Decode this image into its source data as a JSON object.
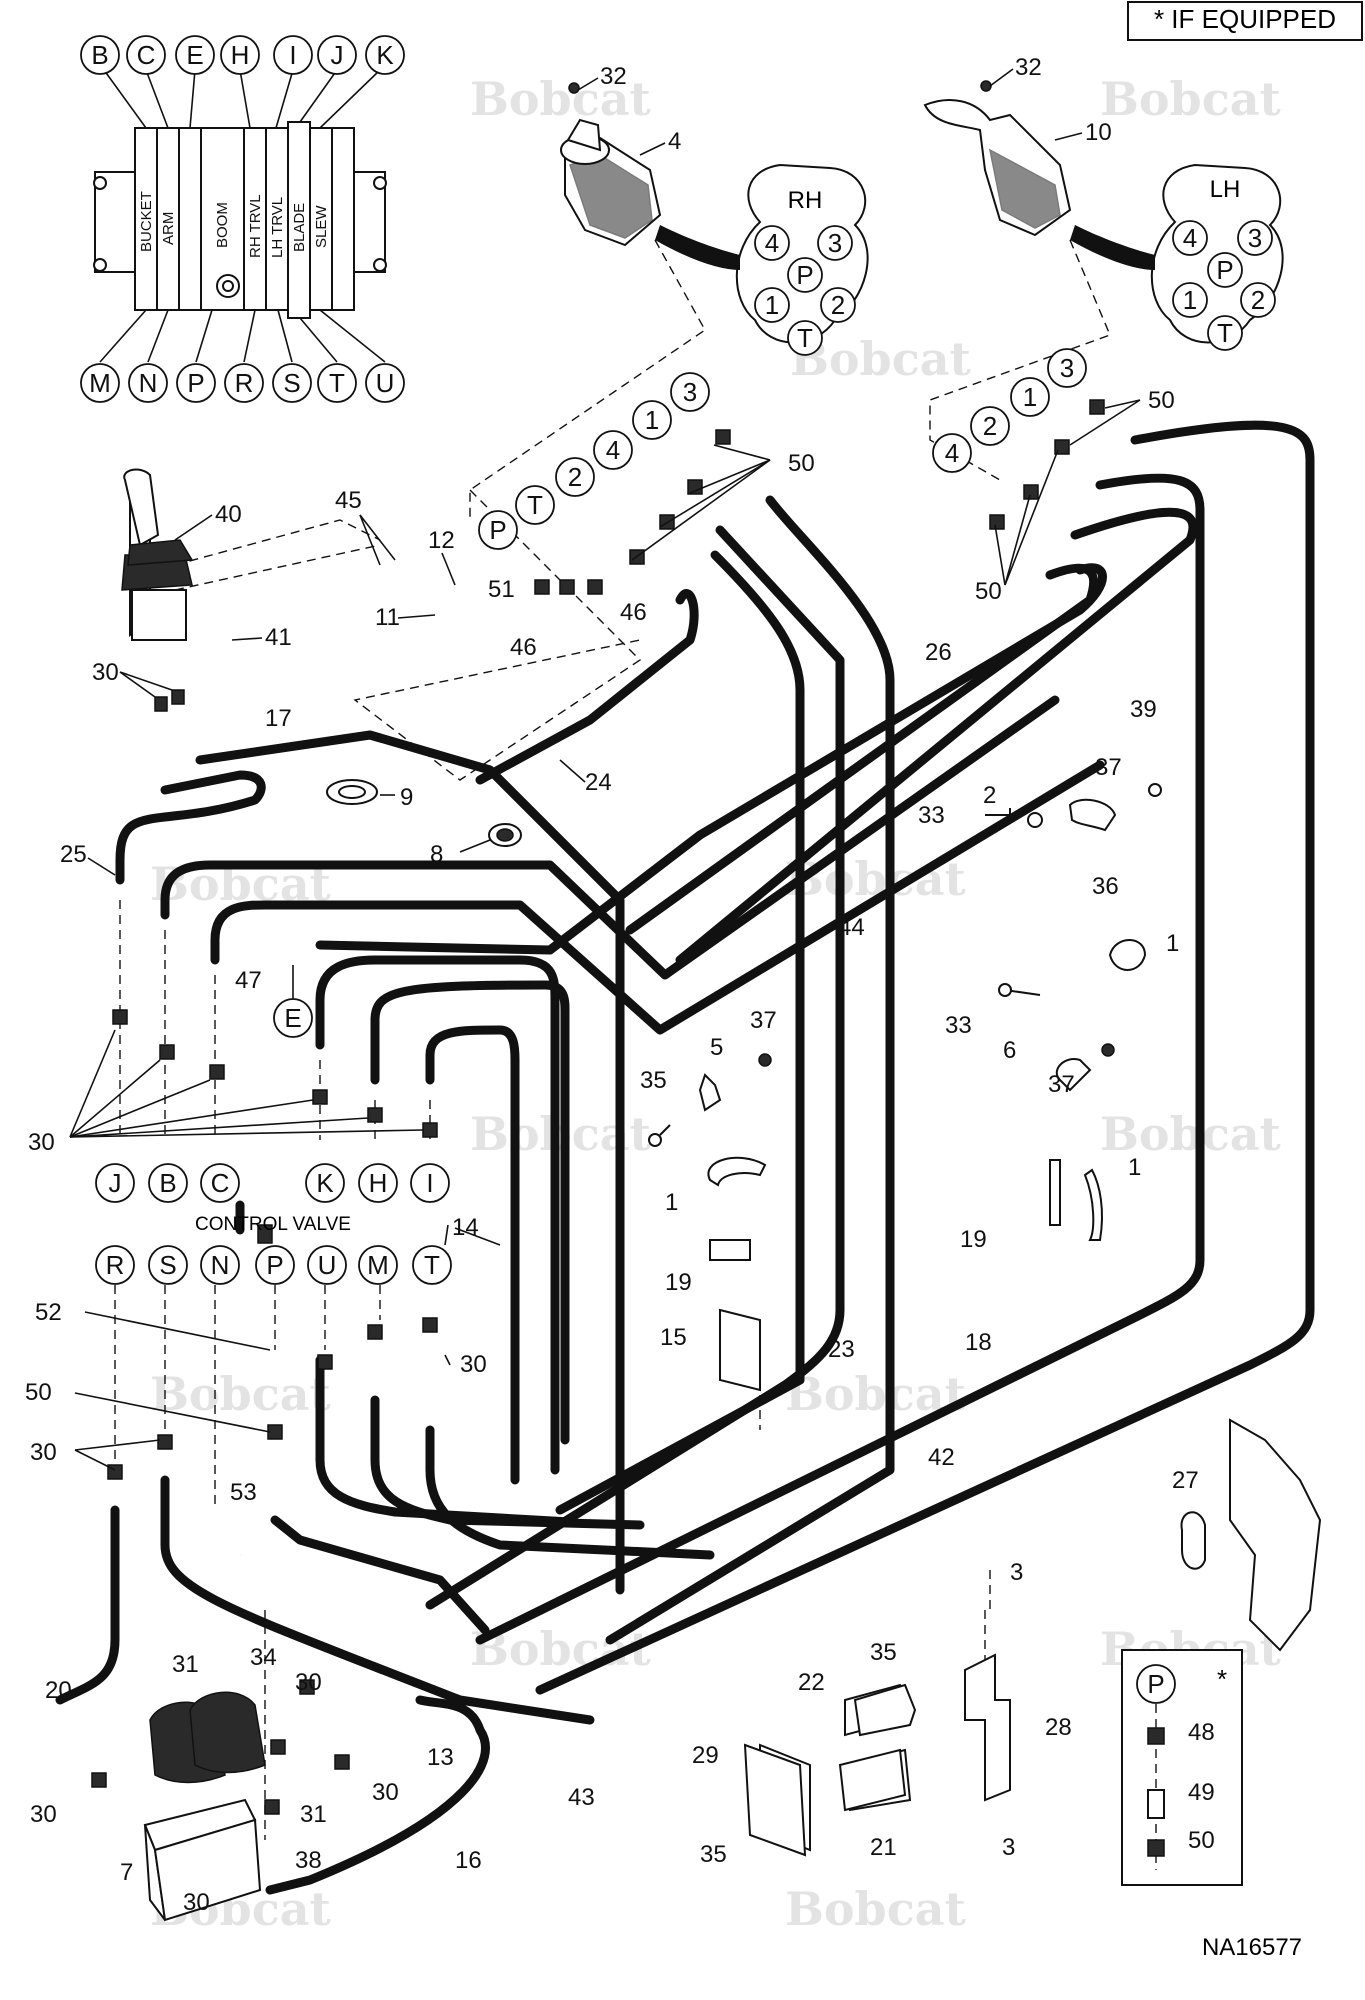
{
  "note": "* IF EQUIPPED",
  "drawing_id": "NA16577",
  "watermark": "Bobcat",
  "valve_top_ports": [
    "B",
    "C",
    "E",
    "H",
    "I",
    "J",
    "K"
  ],
  "valve_bottom_ports": [
    "M",
    "N",
    "P",
    "R",
    "S",
    "T",
    "U"
  ],
  "valve_sections": [
    "BUCKET",
    "ARM",
    "BOOM",
    "RH TRVL",
    "LH TRVL",
    "BLADE",
    "SLEW"
  ],
  "rh_label": "RH",
  "lh_label": "LH",
  "connector_pins": [
    "4",
    "3",
    "P",
    "1",
    "2",
    "T"
  ],
  "rh_port_labels": [
    "P",
    "T",
    "2",
    "4",
    "1",
    "3"
  ],
  "lh_port_labels": [
    "4",
    "2",
    "1",
    "3"
  ],
  "lower_port_labels_row1": [
    "J",
    "B",
    "C",
    "K",
    "H",
    "I"
  ],
  "control_valve_label": "CONTROL VALVE",
  "lower_port_labels_row2": [
    "R",
    "S",
    "N",
    "P",
    "U",
    "M",
    "T"
  ],
  "port_e": "E",
  "port_p_inset": "P",
  "inset_star": "*",
  "callouts": [
    "32",
    "4",
    "32",
    "10",
    "40",
    "45",
    "12",
    "51",
    "46",
    "11",
    "46",
    "41",
    "30",
    "17",
    "24",
    "9",
    "25",
    "8",
    "47",
    "30",
    "26",
    "39",
    "50",
    "50",
    "50",
    "2",
    "37",
    "33",
    "36",
    "44",
    "1",
    "33",
    "6",
    "37",
    "35",
    "5",
    "37",
    "1",
    "19",
    "15",
    "14",
    "52",
    "30",
    "50",
    "30",
    "53",
    "23",
    "18",
    "42",
    "19",
    "1",
    "27",
    "3",
    "35",
    "20",
    "31",
    "34",
    "30",
    "13",
    "22",
    "28",
    "29",
    "30",
    "31",
    "30",
    "16",
    "38",
    "7",
    "30",
    "43",
    "21",
    "35",
    "3",
    "48",
    "49",
    "50"
  ]
}
